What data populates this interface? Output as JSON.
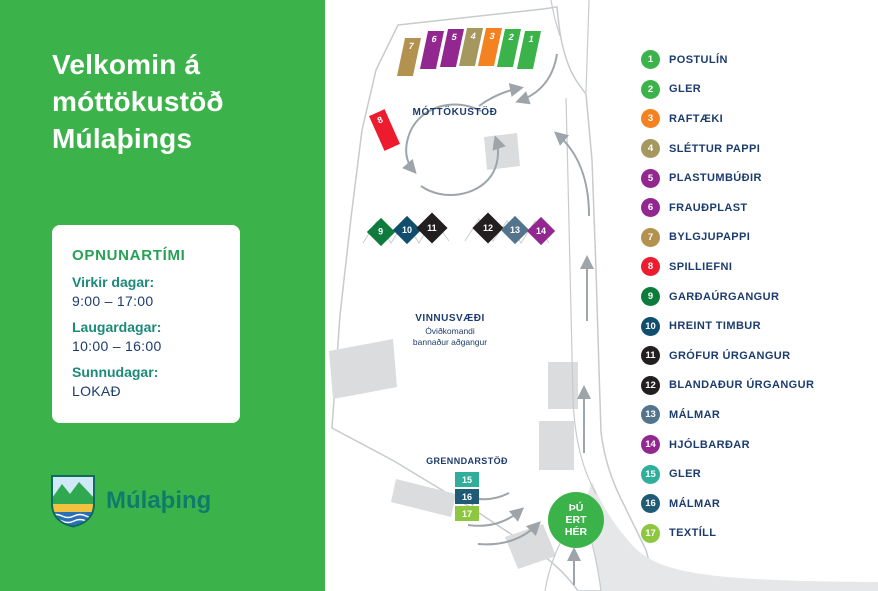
{
  "poster": {
    "title": "Velkomin á\nmóttökustöð\nMúlaþings"
  },
  "hours_card": {
    "heading": "OPNUNARTÍMI",
    "rows": [
      {
        "label": "Virkir dagar:",
        "value": "9:00 – 17:00"
      },
      {
        "label": "Laugardagar:",
        "value": "10:00 – 16:00"
      },
      {
        "label": "Sunnudagar:",
        "value": "LOKAÐ"
      }
    ]
  },
  "logo": {
    "text": "Múlaþing"
  },
  "map": {
    "labels": {
      "reception": "MÓTTÖKUSTÖÐ",
      "work_area_title": "VINNUSVÆÐI",
      "work_area_note": "Óviðkomandi\nbannaður aðgangur",
      "neighborhood_station": "GRENNDARSTÖÐ",
      "you_are_here": "ÞÚ\nERT\nHÉR"
    }
  },
  "legend": {
    "items": [
      {
        "num": "1",
        "label": "POSTULÍN",
        "color": "#3CB34A"
      },
      {
        "num": "2",
        "label": "GLER",
        "color": "#3CB34A"
      },
      {
        "num": "3",
        "label": "RAFTÆKI",
        "color": "#F58220"
      },
      {
        "num": "4",
        "label": "SLÉTTUR PAPPI",
        "color": "#A5985F"
      },
      {
        "num": "5",
        "label": "PLASTUMBÚÐIR",
        "color": "#92278F"
      },
      {
        "num": "6",
        "label": "FRAUÐPLAST",
        "color": "#92278F"
      },
      {
        "num": "7",
        "label": "BYLGJUPAPPI",
        "color": "#B3924F"
      },
      {
        "num": "8",
        "label": "SPILLIEFNI",
        "color": "#EC1C2E"
      },
      {
        "num": "9",
        "label": "GARÐAÚRGANGUR",
        "color": "#0E7B3D"
      },
      {
        "num": "10",
        "label": "HREINT TIMBUR",
        "color": "#114E6E"
      },
      {
        "num": "11",
        "label": "GRÓFUR ÚRGANGUR",
        "color": "#231F20"
      },
      {
        "num": "12",
        "label": "BLANDAÐUR ÚRGANGUR",
        "color": "#231F20"
      },
      {
        "num": "13",
        "label": "MÁLMAR",
        "color": "#53748C"
      },
      {
        "num": "14",
        "label": "HJÓLBARÐAR",
        "color": "#92278F"
      },
      {
        "num": "15",
        "label": "GLER",
        "color": "#2FAF9B"
      },
      {
        "num": "16",
        "label": "MÁLMAR",
        "color": "#1F5B77"
      },
      {
        "num": "17",
        "label": "TEXTÍLL",
        "color": "#8DC63F"
      }
    ]
  },
  "colors": {
    "panel_green": "#3CB34A",
    "navy_text": "#1D3C6E",
    "heading_green": "#27A155",
    "label_teal": "#1B8A78",
    "logo_teal": "#0E7C6B",
    "arrow_gray": "#9EA5AA",
    "outline_gray": "#C7CBCE",
    "building_gray": "#DADCDD",
    "road_gray": "#E5E7E8"
  }
}
